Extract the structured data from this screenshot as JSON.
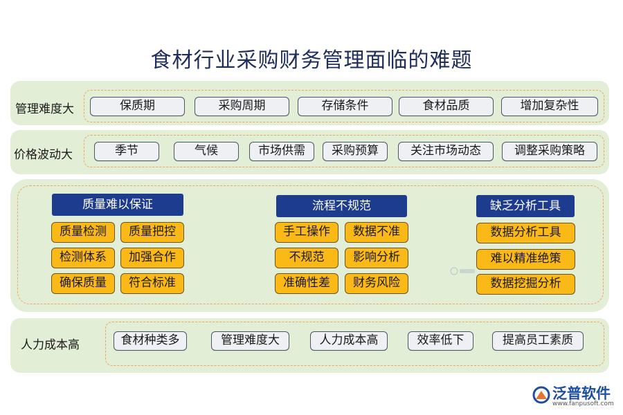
{
  "title": "食材行业采购财务管理面临的难题",
  "row1": {
    "label": "管理难度大",
    "items": [
      "保质期",
      "采购周期",
      "存储条件",
      "食材品质",
      "增加复杂性"
    ]
  },
  "row2": {
    "label": "价格波动大",
    "items": [
      "季节",
      "气候",
      "市场供需",
      "采购预算",
      "关注市场动态",
      "调整采购策略"
    ]
  },
  "groups": [
    {
      "heading": "质量难以保证",
      "tags": [
        "质量检测",
        "质量把控",
        "检测体系",
        "加强合作",
        "确保质量",
        "符合标准"
      ]
    },
    {
      "heading": "流程不规范",
      "tags": [
        "手工操作",
        "数据不准",
        "不规范",
        "影响分析",
        "准确性差",
        "财务风险"
      ]
    },
    {
      "heading": "缺乏分析工具",
      "tags": [
        "数据分析工具",
        "难以精准绝策",
        "数据挖掘分析"
      ]
    }
  ],
  "row4": {
    "label": "人力成本高",
    "items": [
      "食材种类多",
      "管理难度大",
      "人力成本高",
      "效率低下",
      "提高员工素质"
    ]
  },
  "logo": {
    "name": "泛普软件",
    "url": "www.fanpusoft.com"
  },
  "colors": {
    "panel": "#e2eed5",
    "dash": "#eea55a",
    "heading": "#1e3c8e",
    "tag": "#fbb918",
    "title": "#1e2d5a"
  }
}
